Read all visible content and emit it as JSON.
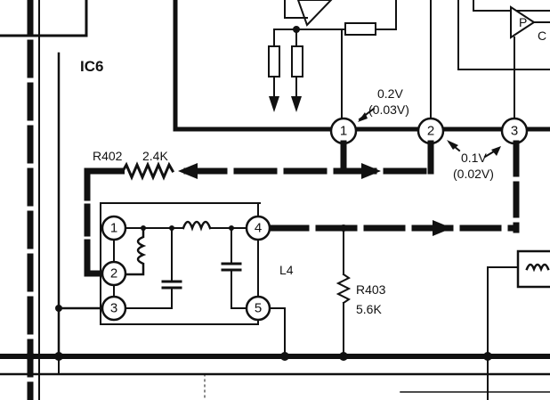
{
  "colors": {
    "ink": "#111111",
    "paper": "#ffffff"
  },
  "ic_label": "IC6",
  "pins_top": [
    "1",
    "2",
    "3"
  ],
  "pins_block": [
    "1",
    "2",
    "3",
    "4",
    "5"
  ],
  "voltage_pin1": "0.2V",
  "voltage_pin1_alt": "(0.03V)",
  "voltage_pin3": "0.1V",
  "voltage_pin3_alt": "(0.02V)",
  "r402_ref": "R402",
  "r402_value": "2.4K",
  "r403_ref": "R403",
  "r403_value": "5.6K",
  "coil_label": "L4",
  "opamp_label_right": "P",
  "opamp_label_right_suffix": "C"
}
